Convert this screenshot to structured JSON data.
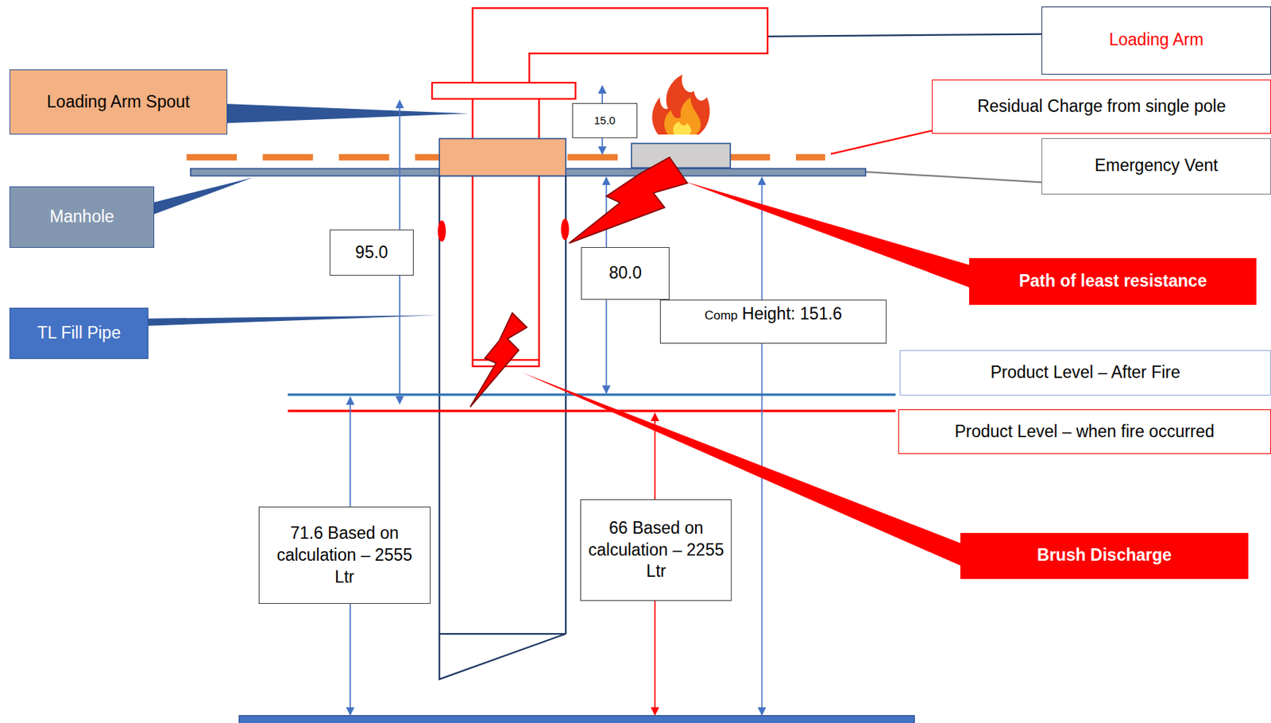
{
  "diagram": {
    "nodes": [
      {
        "text": [
          "Loading Arm"
        ]
      },
      {
        "text": [
          "Loading Arm Spout"
        ]
      },
      {
        "text": [
          "15.0"
        ]
      },
      {
        "text": [
          "Residual Charge from single pole"
        ]
      },
      {
        "text": [
          "Emergency Vent"
        ]
      },
      {
        "text": [
          "Manhole"
        ]
      },
      {
        "text": [
          "95.0"
        ]
      },
      {
        "text": [
          "80.0"
        ]
      },
      {
        "text": [
          "Path of least resistance"
        ]
      },
      {
        "text": [
          "TL Fill Pipe"
        ]
      },
      {
        "text": [
          "Comp",
          "Height: 151.6"
        ]
      },
      {
        "text": [
          "Product Level – After Fire"
        ]
      },
      {
        "text": [
          "Product Level – when fire occurred"
        ]
      },
      {
        "text": [
          "71.6 Based on calculation – 2555 Ltr"
        ]
      },
      {
        "text": [
          "66 Based on calculation – 2255 Ltr"
        ]
      },
      {
        "text": [
          "Brush Discharge"
        ]
      }
    ]
  }
}
